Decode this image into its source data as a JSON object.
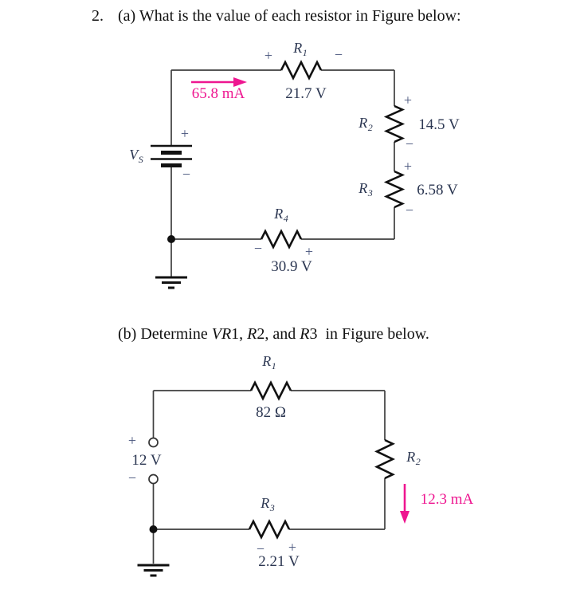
{
  "colors": {
    "magenta": "#ee1690",
    "label_navy": "#2c3752",
    "sign_blue": "#45527b",
    "wire_gray": "#3f3f3f",
    "ink_black": "#111111"
  },
  "title_a": {
    "number": "2.",
    "text": "(a) What is the value of each resistor in Figure below:"
  },
  "title_b": {
    "segments": [
      {
        "t": "(b) Determine "
      },
      {
        "t": "VR"
      },
      {
        "t": "1"
      },
      {
        "t": ", "
      },
      {
        "t": "R"
      },
      {
        "t": "2"
      },
      {
        "t": ", and "
      },
      {
        "t": "R"
      },
      {
        "t": "3"
      },
      {
        "t": "  in Figure below."
      }
    ]
  },
  "circuit_a": {
    "source_label": {
      "base": "V",
      "sub": "S"
    },
    "source_plus": "+",
    "source_minus": "−",
    "current": "65.8 mA",
    "r1": {
      "base": "R",
      "sub": "1",
      "value": "21.7 V",
      "plus": "+",
      "minus": "−"
    },
    "r2": {
      "base": "R",
      "sub": "2",
      "value": "14.5 V",
      "plus": "+",
      "minus": "−"
    },
    "r3": {
      "base": "R",
      "sub": "3",
      "value": "6.58 V",
      "plus": "+",
      "minus": "−"
    },
    "r4": {
      "base": "R",
      "sub": "4",
      "value": "30.9 V",
      "plus": "+",
      "minus": "−"
    }
  },
  "circuit_b": {
    "source_plus": "+",
    "source_value": "12 V",
    "source_minus": "−",
    "current": "12.3 mA",
    "r1": {
      "base": "R",
      "sub": "1",
      "value": "82 Ω"
    },
    "r2": {
      "base": "R",
      "sub": "2"
    },
    "r3": {
      "base": "R",
      "sub": "3",
      "value": "2.21 V",
      "plus": "+",
      "minus": "−"
    }
  },
  "symbols": {
    "voltage_source_a": "battery",
    "voltage_source_b": "open-circle-terminals",
    "resistor_style": "zigzag",
    "ground_style": "earth-ground",
    "current_indicator": "arrow"
  }
}
